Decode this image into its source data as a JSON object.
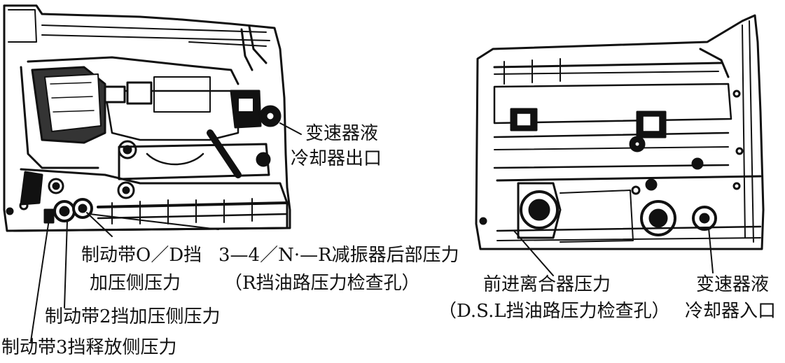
{
  "labels": {
    "cooler_outlet": [
      "变速器液",
      "冷却器出口"
    ],
    "od_band_apply": [
      "制动带O／D挡",
      "加压侧压力"
    ],
    "damper_rear": [
      "3—4／N·—R减振器后部压力",
      "（R挡油路压力检查孔）"
    ],
    "band2_apply": "制动带2挡加压侧压力",
    "band3_release": "制动带3挡释放侧压力",
    "forward_clutch": [
      "前进离合器压力",
      "（D.S.L挡油路压力检查孔）"
    ],
    "cooler_inlet": [
      "变速器液",
      "冷却器入口"
    ]
  }
}
